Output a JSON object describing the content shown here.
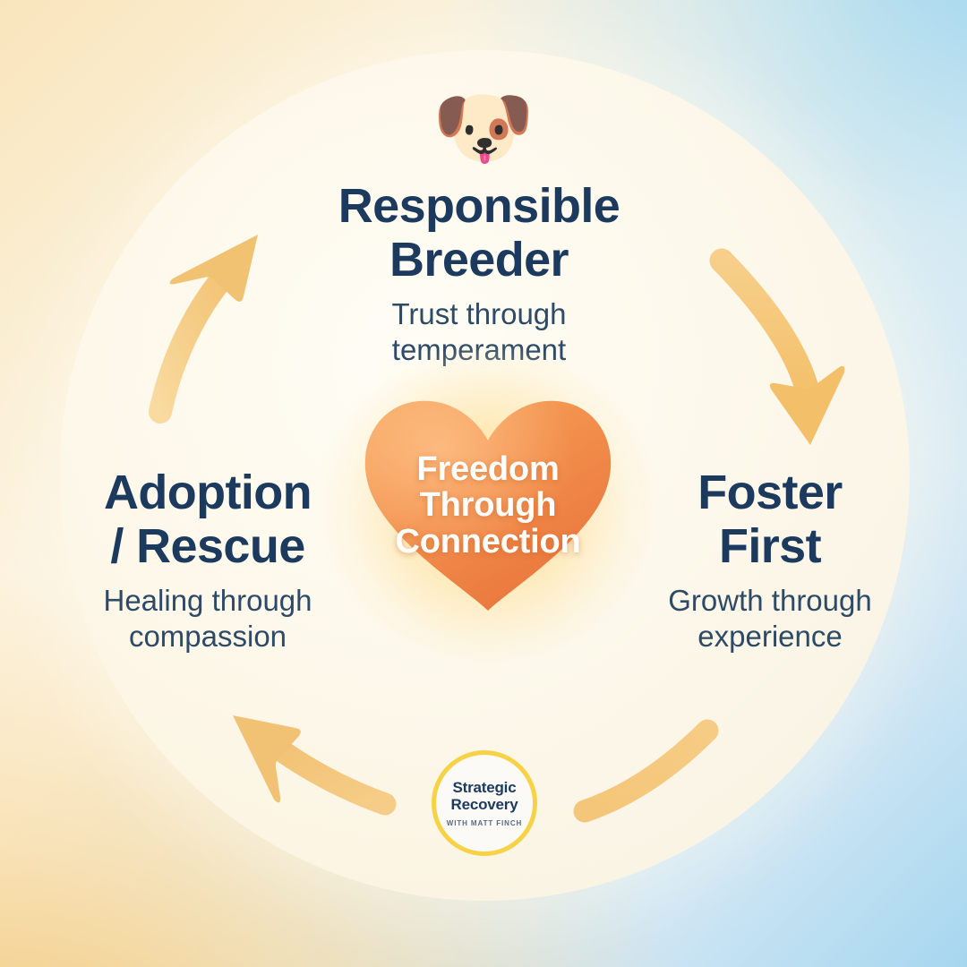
{
  "meta": {
    "title": "Freedom Through Connection cycle",
    "background": {
      "corner_top_left": "#faebc8",
      "corner_top_right": "#a8d8ee",
      "corner_bottom_left": "#f5cc80",
      "corner_bottom_right": "#fdf3dd"
    },
    "circle_fill": "#fdf7ea",
    "accent_navy": "#1c3a5e",
    "accent_amber": "#f5c26b",
    "accent_yellow": "#f7d246",
    "heart_color_light": "#f79a52",
    "heart_color_dark": "#ee7740"
  },
  "center": {
    "icon": "heart-icon",
    "label": "Freedom\nThrough\nConnection"
  },
  "top_icon": {
    "icon": "dog-face-emoji",
    "glyph": "🐶"
  },
  "nodes": [
    {
      "id": "responsible-breeder",
      "title": "Responsible\nBreeder",
      "subtitle": "Trust through\ntemperament"
    },
    {
      "id": "foster-first",
      "title": "Foster\nFirst",
      "subtitle": "Growth through\nexperience"
    },
    {
      "id": "adoption-rescue",
      "title": "Adoption\n/ Rescue",
      "subtitle": "Healing through\ncompassion"
    }
  ],
  "arrows": [
    {
      "id": "arrow-top-right",
      "direction": "down-right",
      "has_head": true,
      "color": "#f5c26b"
    },
    {
      "id": "arrow-bottom-right",
      "direction": "down-left",
      "has_head": false,
      "color": "#f7cd85"
    },
    {
      "id": "arrow-bottom-left",
      "direction": "up-left",
      "has_head": true,
      "color": "#f3c87e"
    },
    {
      "id": "arrow-top-left",
      "direction": "up-right",
      "has_head": true,
      "color": "#f5cd84"
    }
  ],
  "logo": {
    "name": "Strategic\nRecovery",
    "tagline": "WITH MATT FINCH",
    "ring_color": "#f7d246"
  },
  "chart_data": {
    "type": "diagram",
    "subtype": "cycle",
    "title": "Freedom Through Connection",
    "center_label": "Freedom Through Connection",
    "nodes": [
      {
        "name": "Responsible Breeder",
        "caption": "Trust through temperament",
        "position": "top"
      },
      {
        "name": "Foster First",
        "caption": "Growth through experience",
        "position": "right"
      },
      {
        "name": "Adoption / Rescue",
        "caption": "Healing through compassion",
        "position": "left"
      }
    ],
    "flow": [
      "Responsible Breeder",
      "Foster First",
      "Adoption / Rescue",
      "Responsible Breeder"
    ],
    "direction": "clockwise"
  }
}
